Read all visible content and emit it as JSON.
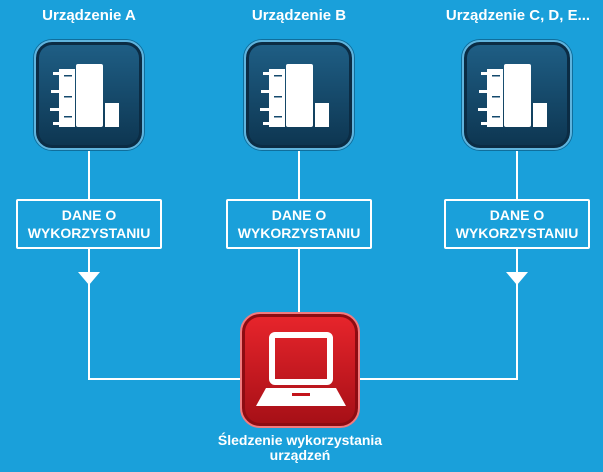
{
  "devices": [
    {
      "label": "Urządzenie A",
      "data_label_line1": "DANE O",
      "data_label_line2": "WYKORZYSTANIU"
    },
    {
      "label": "Urządzenie B",
      "data_label_line1": "DANE O",
      "data_label_line2": "WYKORZYSTANIU"
    },
    {
      "label": "Urządzenie C, D, E...",
      "data_label_line1": "DANE O",
      "data_label_line2": "WYKORZYSTANIU"
    }
  ],
  "tracker": {
    "caption_line1": "Śledzenie wykorzystania",
    "caption_line2": "urządzeń",
    "icon": "laptop-icon"
  },
  "device_icon": "printer-icon",
  "colors": {
    "background": "#1aa0da",
    "device_tile": "#14496d",
    "tracker_tile": "#d51a21",
    "foreground": "#ffffff"
  }
}
